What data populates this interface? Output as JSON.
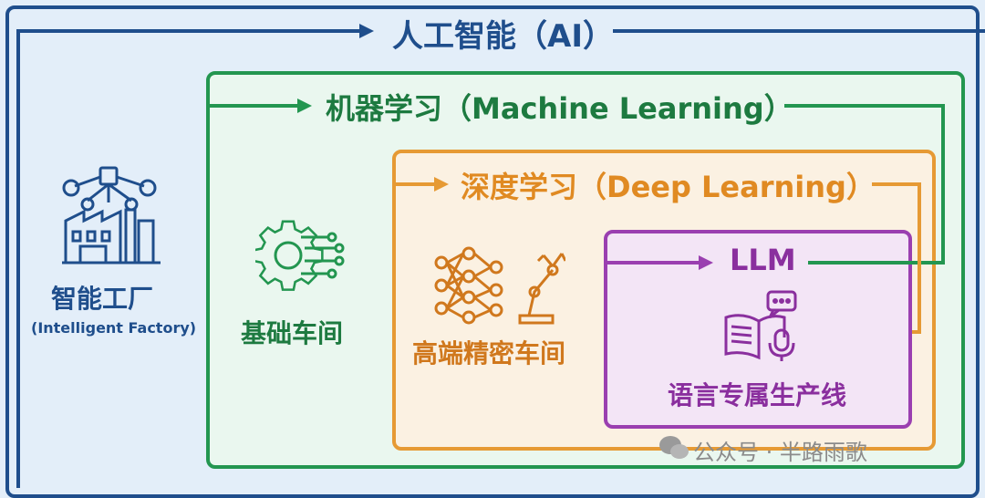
{
  "titles": {
    "ai": "人工智能（AI）",
    "ml": "机器学习（Machine Learning）",
    "dl": "深度学习（Deep Learning）",
    "llm": "LLM"
  },
  "labels": {
    "factory": "智能工厂",
    "factory_sub": "(Intelligent Factory)",
    "basic_workshop": "基础车间",
    "precision_workshop": "高端精密车间",
    "language_line": "语言专属生产线"
  },
  "watermark": "公众号 · 半路雨歌",
  "colors": {
    "ai": "#1f4e8c",
    "ml": "#239650",
    "dl": "#e69a34",
    "llm": "#9a3fb0"
  },
  "icons": {
    "factory": "factory-network-icon",
    "basic": "gear-circuit-icon",
    "precision": "neural-network-robot-arm-icon",
    "language": "book-microphone-icon",
    "watermark": "wechat-icon"
  }
}
